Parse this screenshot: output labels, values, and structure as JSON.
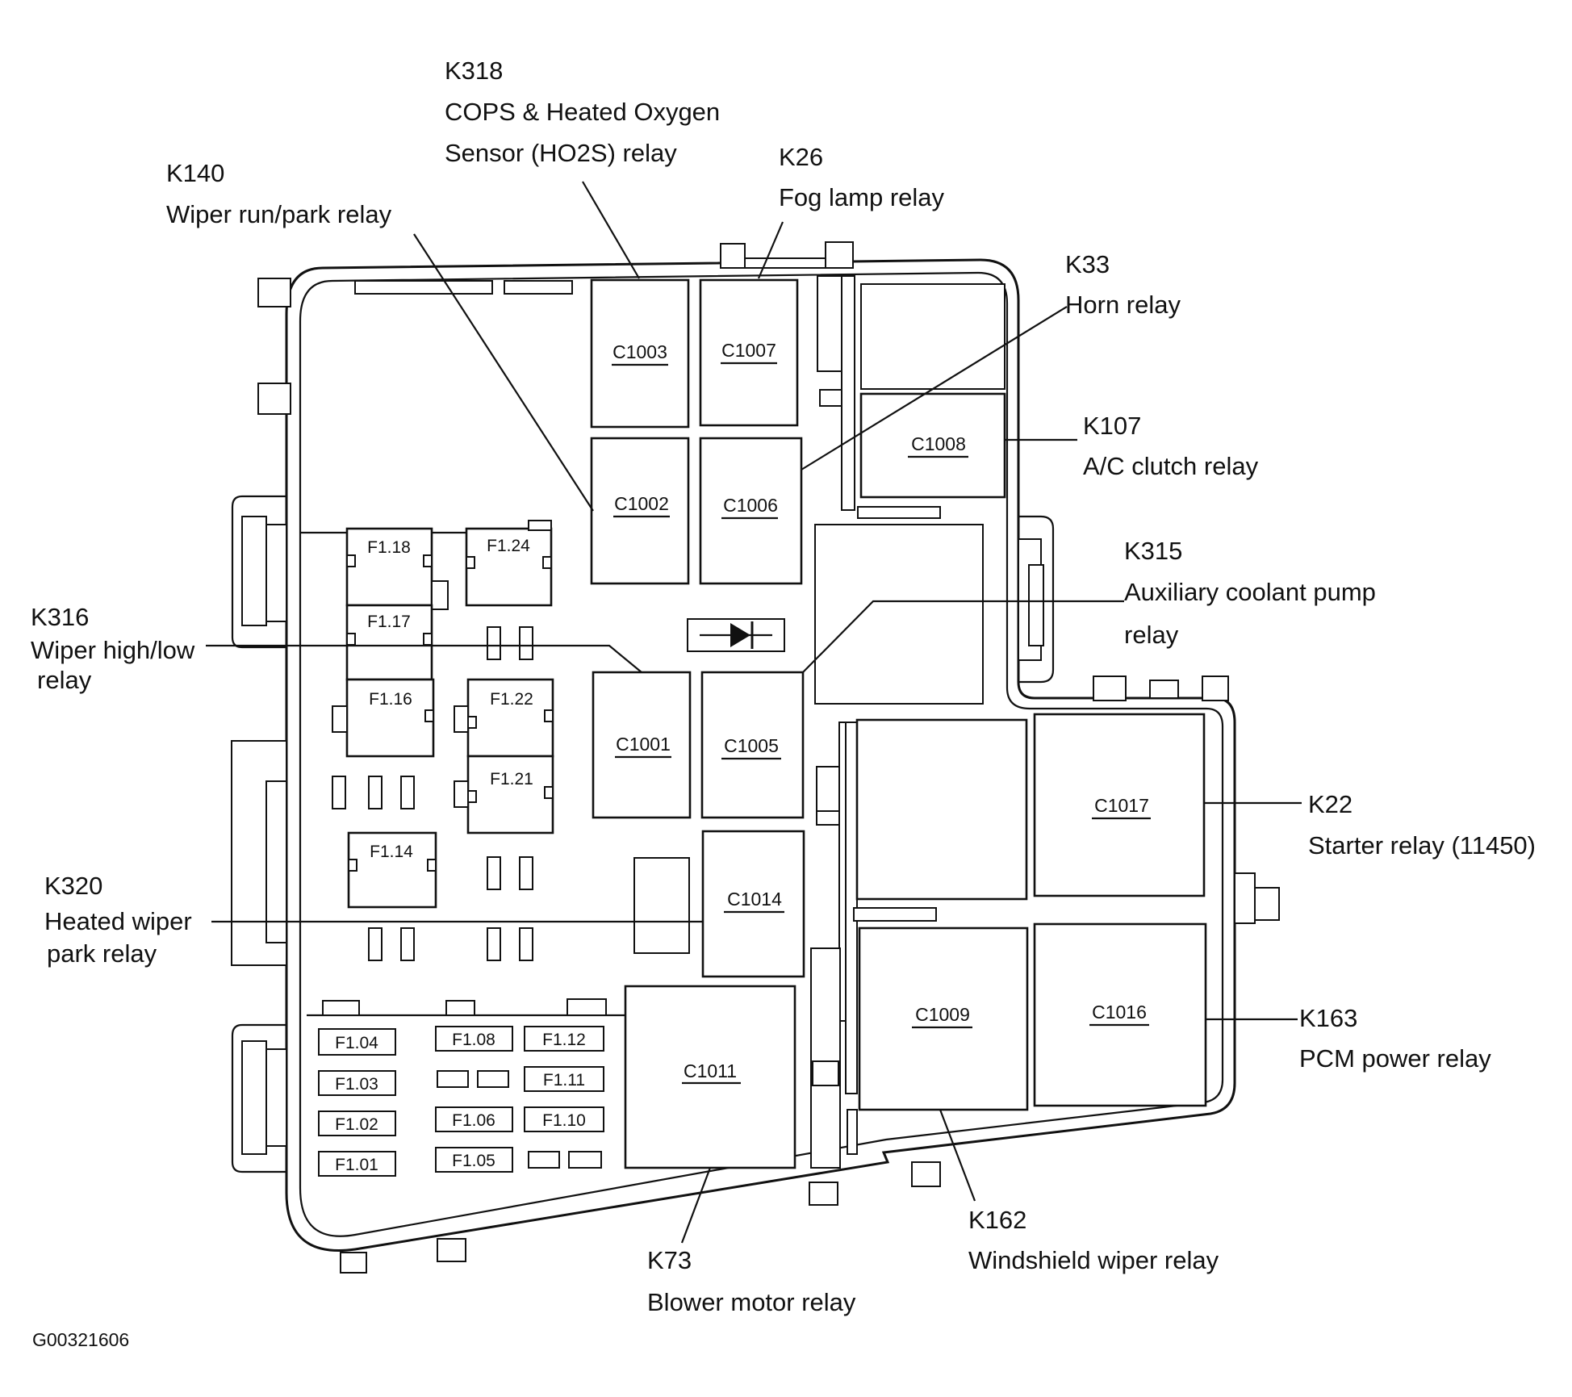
{
  "relays": [
    {
      "id": "K318",
      "lines": [
        "COPS & Heated Oxygen",
        "Sensor (HO2S) relay"
      ],
      "connector": "C1003"
    },
    {
      "id": "K140",
      "lines": [
        "Wiper run/park relay"
      ],
      "connector": "C1002"
    },
    {
      "id": "K26",
      "lines": [
        "Fog lamp relay"
      ],
      "connector": "C1007"
    },
    {
      "id": "K33",
      "lines": [
        "Horn relay"
      ],
      "connector": "C1006"
    },
    {
      "id": "K107",
      "lines": [
        "A/C clutch relay"
      ],
      "connector": "C1008"
    },
    {
      "id": "K315",
      "lines": [
        "Auxiliary coolant pump",
        "relay"
      ],
      "connector": "C1005"
    },
    {
      "id": "K316",
      "lines": [
        "Wiper high/low",
        "relay"
      ],
      "connector": "C1001"
    },
    {
      "id": "K320",
      "lines": [
        "Heated wiper",
        "park relay"
      ],
      "connector": "C1014"
    },
    {
      "id": "K22",
      "lines": [
        "Starter relay (11450)"
      ],
      "connector": "C1017"
    },
    {
      "id": "K163",
      "lines": [
        "PCM power relay"
      ],
      "connector": "C1016"
    },
    {
      "id": "K73",
      "lines": [
        "Blower motor relay"
      ],
      "connector": "C1011"
    },
    {
      "id": "K162",
      "lines": [
        "Windshield wiper relay"
      ],
      "connector": "C1009"
    }
  ],
  "connectors": [
    "C1003",
    "C1007",
    "C1002",
    "C1006",
    "C1008",
    "C1001",
    "C1005",
    "C1014",
    "C1017",
    "C1016",
    "C1009",
    "C1011"
  ],
  "fuses": [
    "F1.18",
    "F1.24",
    "F1.17",
    "F1.16",
    "F1.22",
    "F1.21",
    "F1.14",
    "F1.04",
    "F1.08",
    "F1.12",
    "F1.03",
    "F1.11",
    "F1.02",
    "F1.06",
    "F1.10",
    "F1.01",
    "F1.05"
  ],
  "figure_id": "G00321606"
}
